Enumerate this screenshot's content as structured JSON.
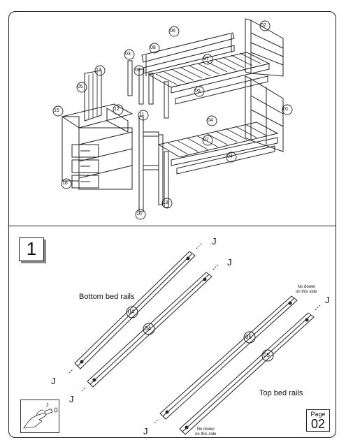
{
  "top_panel": {
    "part_labels": {
      "p01": "01",
      "p02": "02",
      "p03": "03",
      "p04a": "04",
      "p04b": "04",
      "p05a": "05",
      "p05b": "05",
      "p06": "06",
      "p08": "08",
      "p09": "09",
      "p10": "10",
      "p11": "11",
      "p12": "12",
      "p13": "13",
      "p15": "15",
      "p16": "16",
      "p18": "18",
      "p07a": "07",
      "p07b": "07"
    }
  },
  "step": {
    "number": "1",
    "bottom_rails_label": "Bottom  bed rails",
    "top_rails_label": "Top bed rails",
    "no_dowel_top_line1": "No dowel",
    "no_dowel_top_line2": "on this side",
    "no_dowel_bottom_line1": "No dowel",
    "no_dowel_bottom_line2": "on this side",
    "rail_labels": [
      "04",
      "04",
      "05",
      "05"
    ],
    "j_marker": "J"
  },
  "page": {
    "word": "Page",
    "number": "02"
  }
}
